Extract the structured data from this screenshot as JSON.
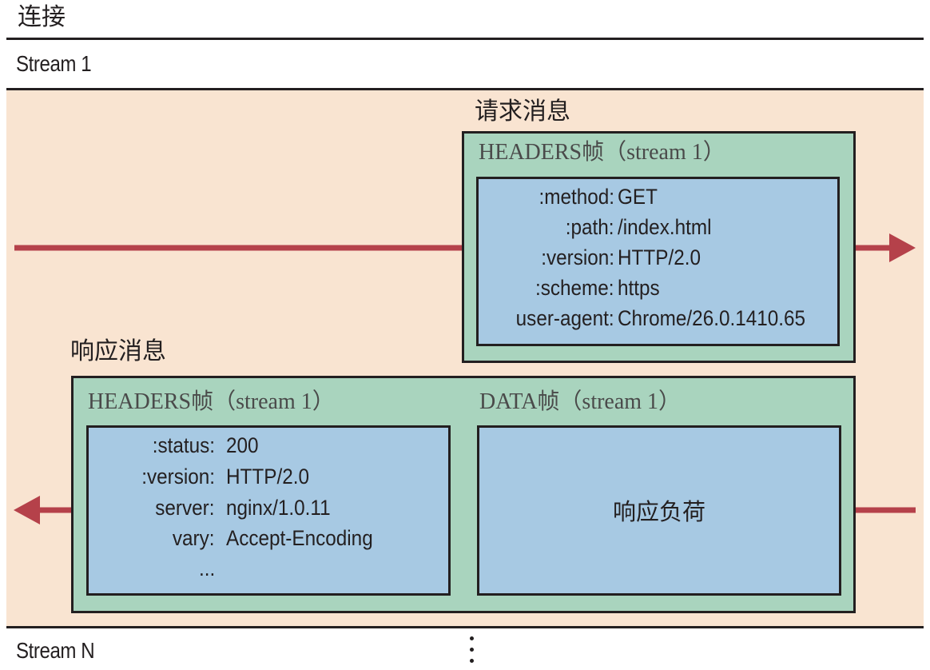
{
  "connection_label": "连接",
  "stream1_label": "Stream 1",
  "streamN_label": "Stream N",
  "request": {
    "label": "请求消息",
    "frame_title": "HEADERS帧（stream 1）",
    "headers": [
      {
        "key": ":method:",
        "value": "GET"
      },
      {
        "key": ":path:",
        "value": "/index.html"
      },
      {
        "key": ":version:",
        "value": "HTTP/2.0"
      },
      {
        "key": ":scheme:",
        "value": "https"
      },
      {
        "key": "user-agent:",
        "value": "Chrome/26.0.1410.65"
      }
    ]
  },
  "response": {
    "label": "响应消息",
    "headers_frame_title": "HEADERS帧（stream 1）",
    "headers": [
      {
        "key": ":status:",
        "value": "200"
      },
      {
        "key": ":version:",
        "value": "HTTP/2.0"
      },
      {
        "key": "server:",
        "value": "nginx/1.0.11"
      },
      {
        "key": "vary:",
        "value": "Accept-Encoding"
      },
      {
        "key": "",
        "value": "..."
      }
    ],
    "data_frame_title": "DATA帧（stream 1）",
    "payload_label": "响应负荷"
  },
  "colors": {
    "stream_band": "#f9e4d1",
    "frame_green": "#a9d4be",
    "frame_blue": "#a7c9e3",
    "arrow_red": "#b5414a"
  }
}
